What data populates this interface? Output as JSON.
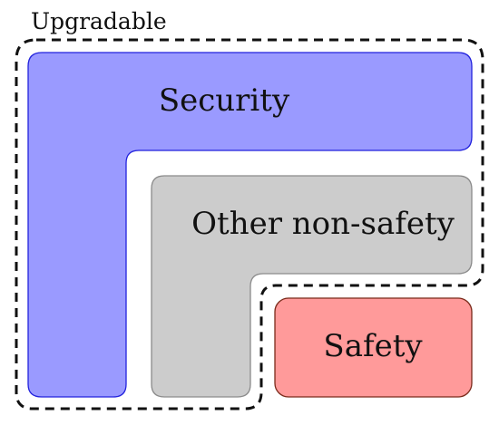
{
  "diagram": {
    "upgradable": {
      "label": "Upgradable",
      "stroke_color": "#111111"
    },
    "regions": [
      {
        "id": "security",
        "label": "Security",
        "fill": "#9a9aff",
        "stroke": "#2222dd"
      },
      {
        "id": "other",
        "label": "Other non-safety",
        "fill": "#cccccc",
        "stroke": "#8a8a8a"
      },
      {
        "id": "safety",
        "label": "Safety",
        "fill": "#ff9a9a",
        "stroke": "#7a2a1a"
      }
    ]
  }
}
